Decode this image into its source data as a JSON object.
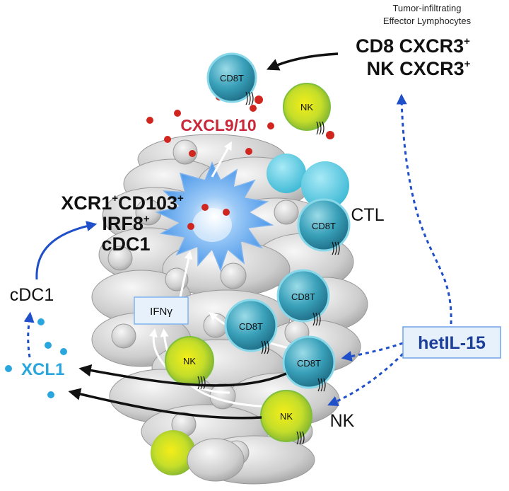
{
  "labels": {
    "header_line1": "Tumor-infiltrating",
    "header_line2": "Effector Lymphocytes",
    "cd8_cxcr3": "CD8 CXCR3",
    "nk_cxcr3": "NK CXCR3",
    "superscript_plus": "+",
    "cxcl": "CXCL9/10",
    "dc_line1": "XCR1",
    "dc_line1_cd": "CD103",
    "dc_line2": "IRF8",
    "dc_line3": "cDC1",
    "cdc1_side": "cDC1",
    "xcl1": "XCL1",
    "ifng": "IFNγ",
    "ctl": "CTL",
    "nk_side": "NK",
    "hetil15": "hetIL-15",
    "cd8t": "CD8T",
    "nk": "NK"
  },
  "colors": {
    "cd8_cell": "#3a9fb8",
    "nk_cell": "#9cc93a",
    "chemokine_dot": "#d0261f",
    "cxcl_text": "#c8283a",
    "xcl1_blue": "#2aa6df",
    "arrow_blue": "#1f4fc9",
    "dc_blue": "#5aa4ee",
    "hetil15_text": "#1d3f9b",
    "hetil15_box": "#e6f1fb"
  }
}
